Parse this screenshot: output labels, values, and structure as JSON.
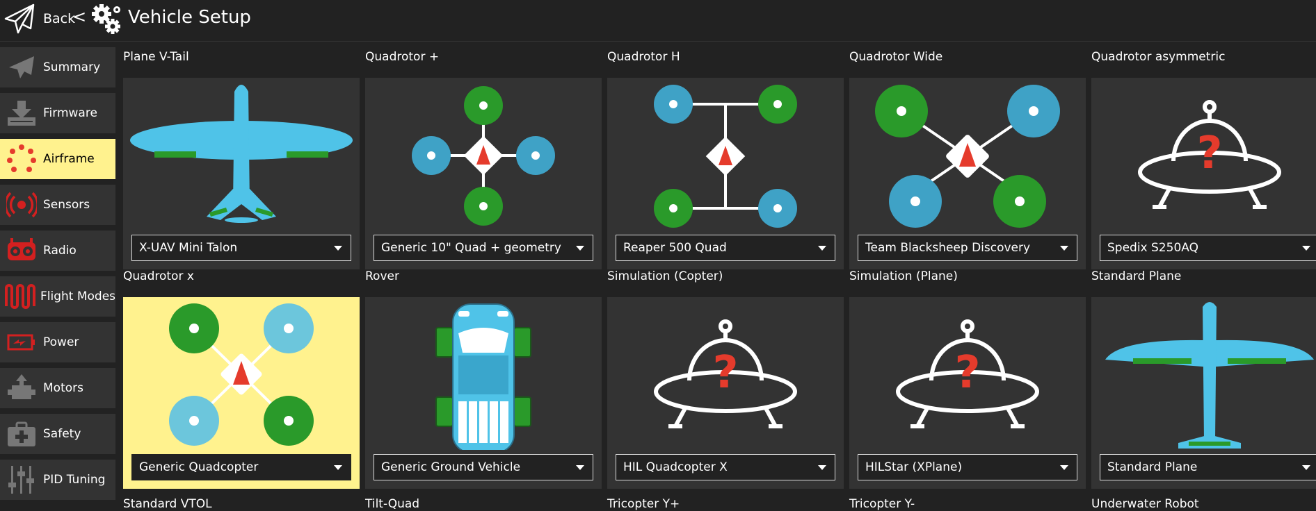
{
  "header": {
    "back_label": "Back",
    "separator": "<",
    "title": "Vehicle Setup"
  },
  "sidebar": {
    "items": [
      {
        "label": "Summary",
        "icon": "paper-plane-icon"
      },
      {
        "label": "Firmware",
        "icon": "download-icon"
      },
      {
        "label": "Airframe",
        "icon": "airframe-icon",
        "active": true
      },
      {
        "label": "Sensors",
        "icon": "sensors-icon"
      },
      {
        "label": "Radio",
        "icon": "radio-icon"
      },
      {
        "label": "Flight Modes",
        "icon": "flight-modes-icon"
      },
      {
        "label": "Power",
        "icon": "battery-icon"
      },
      {
        "label": "Motors",
        "icon": "motor-icon"
      },
      {
        "label": "Safety",
        "icon": "first-aid-icon"
      },
      {
        "label": "PID Tuning",
        "icon": "sliders-icon"
      }
    ]
  },
  "airframes": [
    {
      "name": "Plane V-Tail",
      "selected": "X-UAV Mini Talon",
      "art": "plane-vtail"
    },
    {
      "name": "Quadrotor +",
      "selected": "Generic 10\" Quad + geometry",
      "art": "quad-plus"
    },
    {
      "name": "Quadrotor H",
      "selected": "Reaper 500 Quad",
      "art": "quad-h"
    },
    {
      "name": "Quadrotor Wide",
      "selected": "Team Blacksheep Discovery",
      "art": "quad-wide"
    },
    {
      "name": "Quadrotor asymmetric",
      "selected": "Spedix S250AQ",
      "art": "ufo"
    },
    {
      "name": "Quadrotor x",
      "selected": "Generic Quadcopter",
      "art": "quad-x",
      "active": true
    },
    {
      "name": "Rover",
      "selected": "Generic Ground Vehicle",
      "art": "rover"
    },
    {
      "name": "Simulation (Copter)",
      "selected": "HIL Quadcopter X",
      "art": "ufo"
    },
    {
      "name": "Simulation (Plane)",
      "selected": "HILStar (XPlane)",
      "art": "ufo"
    },
    {
      "name": "Standard Plane",
      "selected": "Standard Plane",
      "art": "std-plane"
    },
    {
      "name": "Standard VTOL",
      "selected": "",
      "art": ""
    },
    {
      "name": "Tilt-Quad",
      "selected": "",
      "art": ""
    },
    {
      "name": "Tricopter Y+",
      "selected": "",
      "art": ""
    },
    {
      "name": "Tricopter Y-",
      "selected": "",
      "art": ""
    },
    {
      "name": "Underwater Robot",
      "selected": "",
      "art": ""
    }
  ],
  "colors": {
    "active": "#fff28e",
    "panel": "#333333",
    "background": "#222222",
    "blue": "#4fc3e8",
    "green": "#2a9a2a",
    "red": "#e53b2c"
  }
}
